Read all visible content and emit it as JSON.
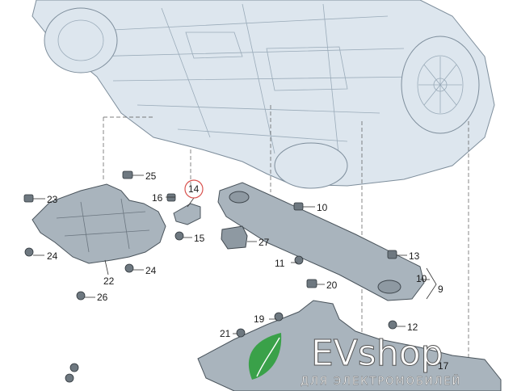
{
  "callouts": [
    {
      "label": "25"
    },
    {
      "label": "23"
    },
    {
      "label": "16"
    },
    {
      "label": "14"
    },
    {
      "label": "10"
    },
    {
      "label": "15"
    },
    {
      "label": "27"
    },
    {
      "label": "24"
    },
    {
      "label": "22"
    },
    {
      "label": "24"
    },
    {
      "label": "11"
    },
    {
      "label": "13"
    },
    {
      "label": "10"
    },
    {
      "label": "9"
    },
    {
      "label": "20"
    },
    {
      "label": "26"
    },
    {
      "label": "19"
    },
    {
      "label": "12"
    },
    {
      "label": "21"
    },
    {
      "label": "17"
    }
  ],
  "highlighted_callout": "14",
  "watermark": {
    "brand": "EVshop",
    "tagline": "ДЛЯ ЭЛЕКТРОМОБИЛЕЙ",
    "accent": "#2e9e3c"
  }
}
